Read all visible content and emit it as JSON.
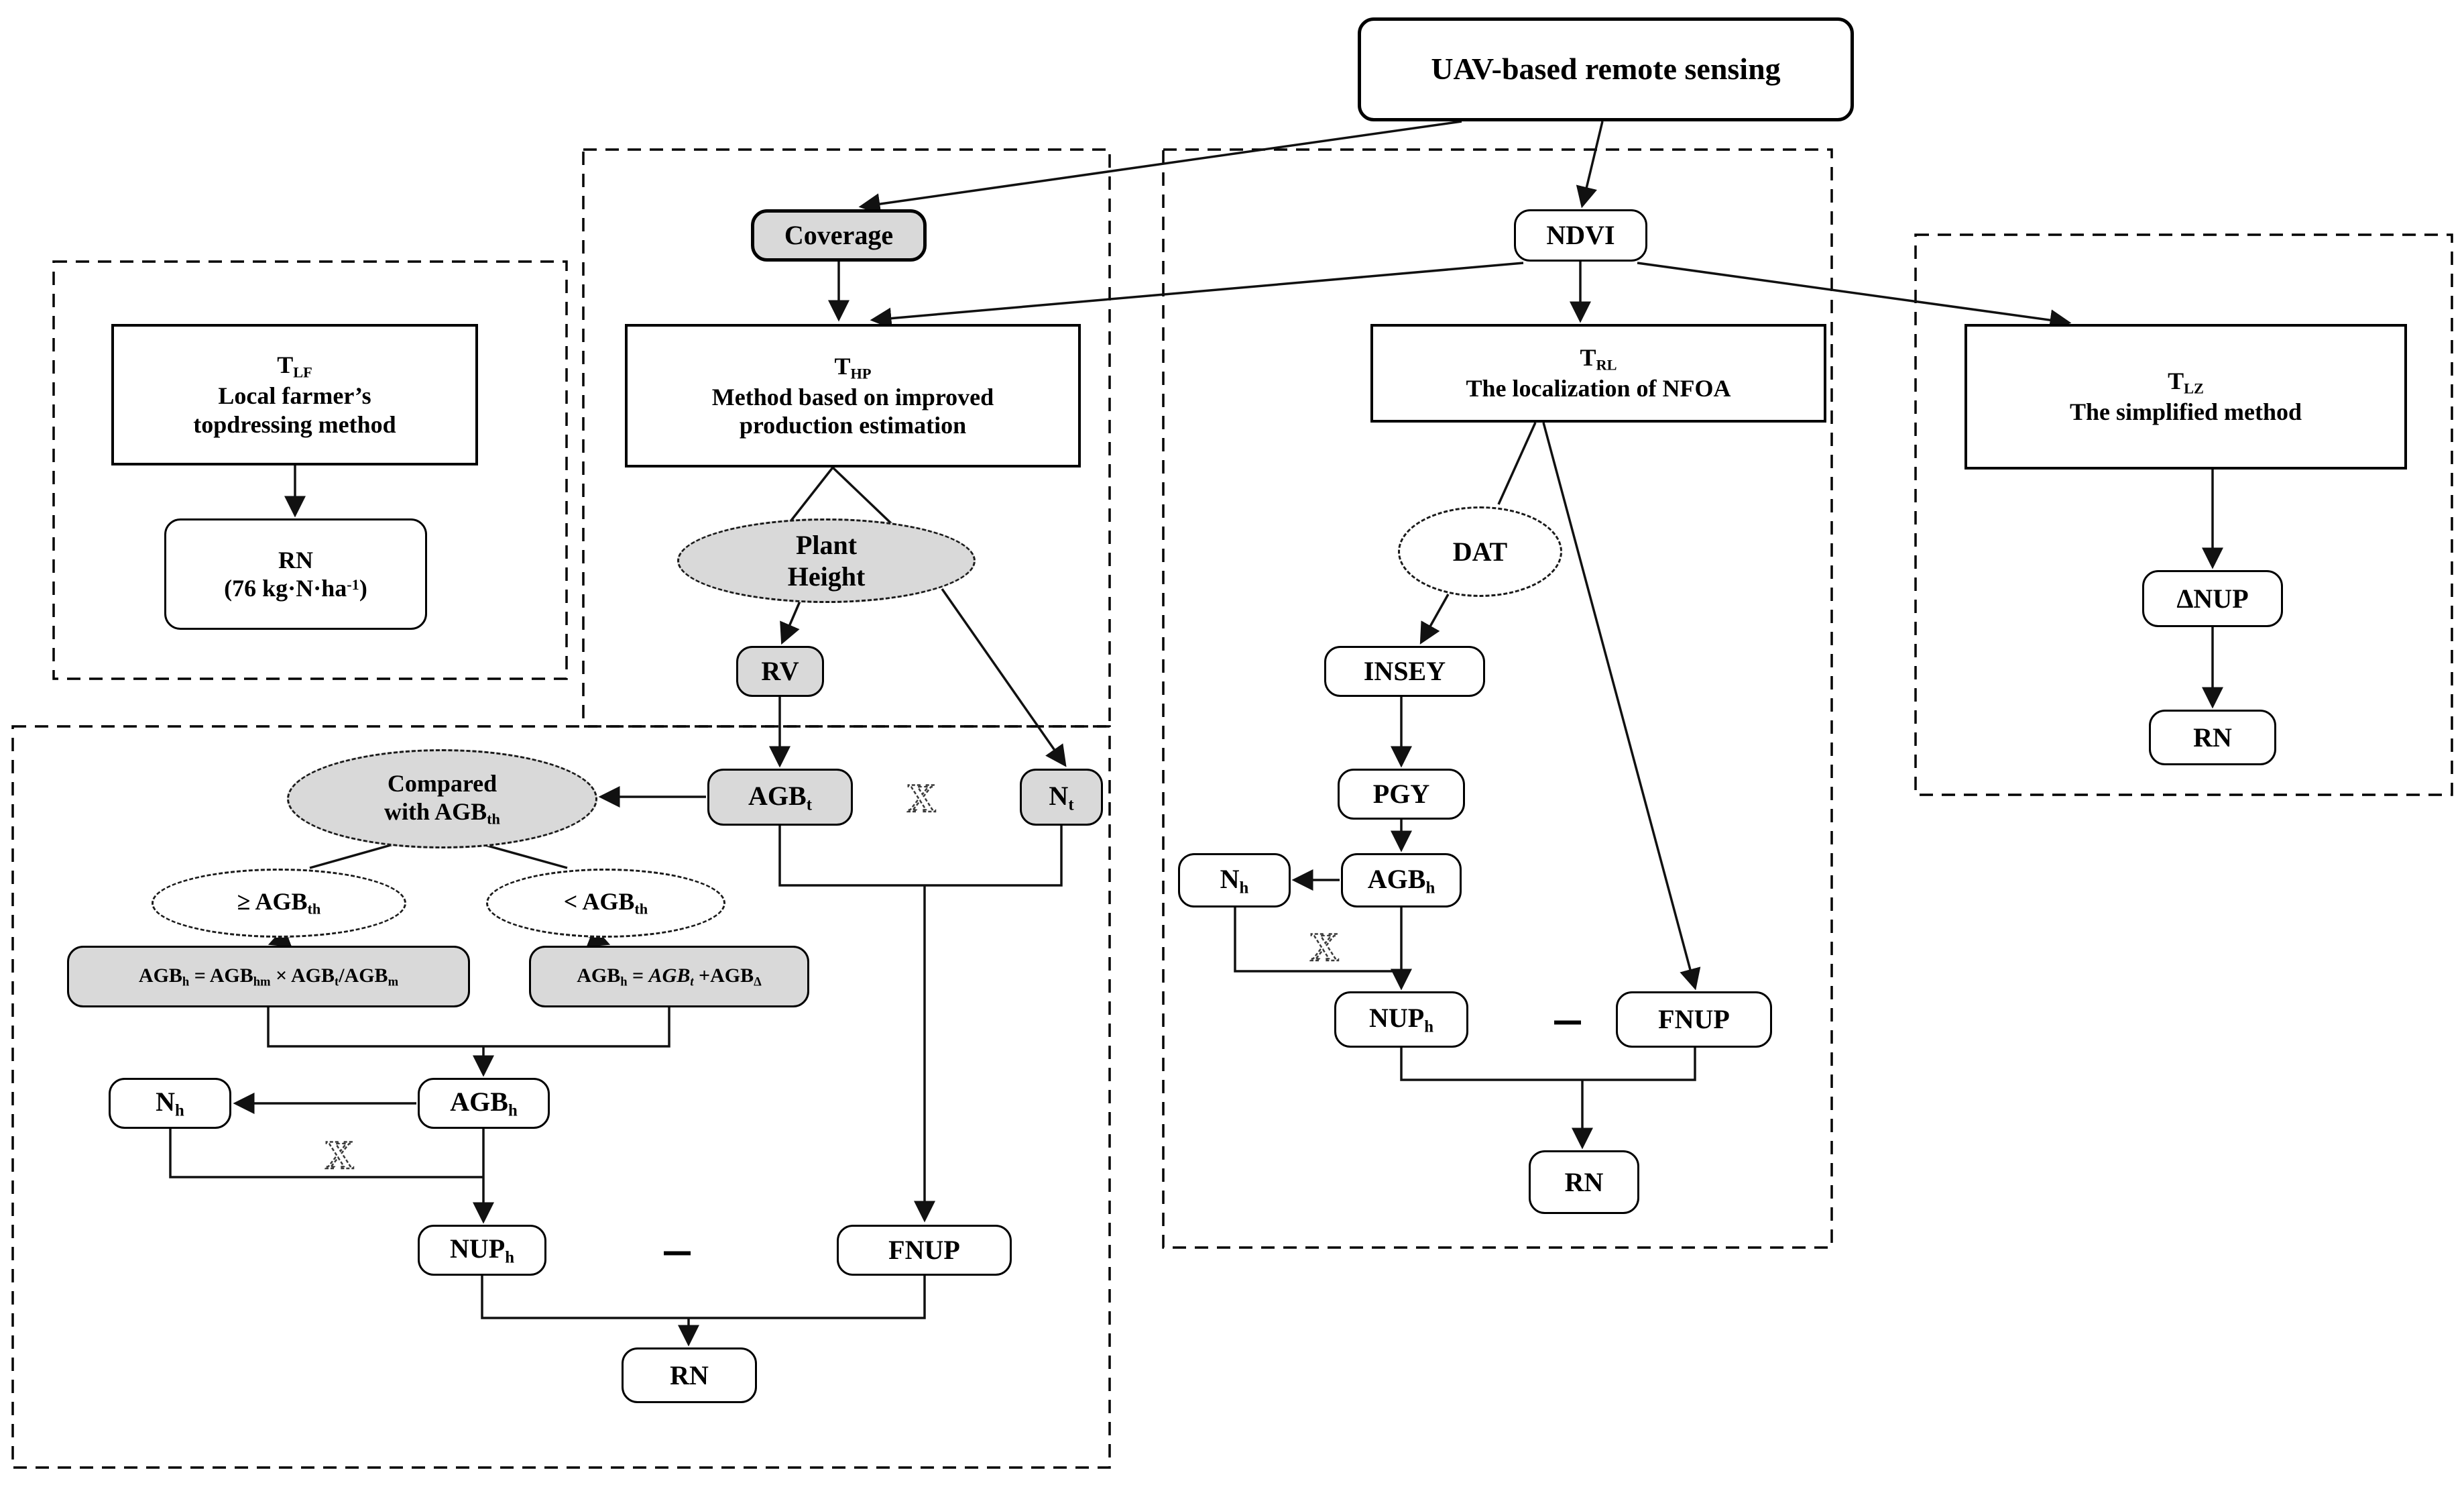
{
  "colors": {
    "background": "#ffffff",
    "node_fill_gray": "#d9d9d9",
    "node_fill_white": "#ffffff",
    "line": "#111111"
  },
  "symbols": {
    "multiply": "X",
    "minus": "−"
  },
  "nodes": {
    "uav": {
      "lines": [
        [
          {
            "t": "UAV-based remote sensing"
          }
        ]
      ]
    },
    "coverage": {
      "lines": [
        [
          {
            "t": "Coverage"
          }
        ]
      ]
    },
    "ndvi": {
      "lines": [
        [
          {
            "t": "NDVI"
          }
        ]
      ]
    },
    "tlf": {
      "lines": [
        [
          {
            "t": "T"
          },
          {
            "t": "LF",
            "sub": true
          }
        ],
        [
          {
            "t": "Local farmer’s"
          }
        ],
        [
          {
            "t": "topdressing method"
          }
        ]
      ]
    },
    "rn76": {
      "lines": [
        [
          {
            "t": "RN"
          }
        ],
        [
          {
            "t": "(76 kg·N·ha"
          },
          {
            "t": "-1",
            "sup": true
          },
          {
            "t": ")"
          }
        ]
      ]
    },
    "thp": {
      "lines": [
        [
          {
            "t": "T"
          },
          {
            "t": "HP",
            "sub": true
          }
        ],
        [
          {
            "t": "Method based on improved"
          }
        ],
        [
          {
            "t": "production estimation"
          }
        ]
      ]
    },
    "plant": {
      "lines": [
        [
          {
            "t": "Plant"
          }
        ],
        [
          {
            "t": "Height"
          }
        ]
      ]
    },
    "rv": {
      "lines": [
        [
          {
            "t": "RV"
          }
        ]
      ]
    },
    "agbt": {
      "lines": [
        [
          {
            "t": "AGB"
          },
          {
            "t": "t",
            "sub": true
          }
        ]
      ]
    },
    "nt": {
      "lines": [
        [
          {
            "t": "N"
          },
          {
            "t": "t",
            "sub": true
          }
        ]
      ]
    },
    "compared": {
      "lines": [
        [
          {
            "t": "Compared"
          }
        ],
        [
          {
            "t": "with AGB"
          },
          {
            "t": "th",
            "sub": true
          }
        ]
      ]
    },
    "ge": {
      "lines": [
        [
          {
            "t": "≥ AGB"
          },
          {
            "t": "th",
            "sub": true
          }
        ]
      ]
    },
    "lt": {
      "lines": [
        [
          {
            "t": "< AGB"
          },
          {
            "t": "th",
            "sub": true
          }
        ]
      ]
    },
    "formula1": {
      "lines": [
        [
          {
            "t": "AGB"
          },
          {
            "t": "h",
            "sub": true
          },
          {
            "t": " = AGB"
          },
          {
            "t": "hm",
            "sub": true
          },
          {
            "t": " × AGB"
          },
          {
            "t": "t",
            "sub": true
          },
          {
            "t": "/AGB"
          },
          {
            "t": "m",
            "sub": true
          }
        ]
      ]
    },
    "formula2": {
      "lines": [
        [
          {
            "t": "AGB"
          },
          {
            "t": "h",
            "sub": true
          },
          {
            "t": " = "
          },
          {
            "t": "AGB",
            "i": true
          },
          {
            "t": "t",
            "sub": true,
            "i": true
          },
          {
            "t": " +AGB"
          },
          {
            "t": "Δ",
            "sub": true
          }
        ]
      ]
    },
    "nh1": {
      "lines": [
        [
          {
            "t": "N"
          },
          {
            "t": "h",
            "sub": true
          }
        ]
      ]
    },
    "agbh1": {
      "lines": [
        [
          {
            "t": "AGB"
          },
          {
            "t": "h",
            "sub": true
          }
        ]
      ]
    },
    "nuph1": {
      "lines": [
        [
          {
            "t": "NUP"
          },
          {
            "t": "h",
            "sub": true
          }
        ]
      ]
    },
    "fnup1": {
      "lines": [
        [
          {
            "t": "FNUP"
          }
        ]
      ]
    },
    "rn1": {
      "lines": [
        [
          {
            "t": "RN"
          }
        ]
      ]
    },
    "trl": {
      "lines": [
        [
          {
            "t": "T"
          },
          {
            "t": "RL",
            "sub": true
          }
        ],
        [
          {
            "t": "The localization of NFOA"
          }
        ]
      ]
    },
    "dat": {
      "lines": [
        [
          {
            "t": "DAT"
          }
        ]
      ]
    },
    "insey": {
      "lines": [
        [
          {
            "t": "INSEY"
          }
        ]
      ]
    },
    "pgy": {
      "lines": [
        [
          {
            "t": "PGY"
          }
        ]
      ]
    },
    "nh2": {
      "lines": [
        [
          {
            "t": "N"
          },
          {
            "t": "h",
            "sub": true
          }
        ]
      ]
    },
    "agbh2": {
      "lines": [
        [
          {
            "t": "AGB"
          },
          {
            "t": "h",
            "sub": true
          }
        ]
      ]
    },
    "nuph2": {
      "lines": [
        [
          {
            "t": "NUP"
          },
          {
            "t": "h",
            "sub": true
          }
        ]
      ]
    },
    "fnup2": {
      "lines": [
        [
          {
            "t": "FNUP"
          }
        ]
      ]
    },
    "rn2": {
      "lines": [
        [
          {
            "t": "RN"
          }
        ]
      ]
    },
    "tlz": {
      "lines": [
        [
          {
            "t": "T"
          },
          {
            "t": "LZ",
            "sub": true
          }
        ],
        [
          {
            "t": "The simplified method"
          }
        ]
      ]
    },
    "dnup": {
      "lines": [
        [
          {
            "t": "ΔNUP"
          }
        ]
      ]
    },
    "rn3": {
      "lines": [
        [
          {
            "t": "RN"
          }
        ]
      ]
    }
  }
}
